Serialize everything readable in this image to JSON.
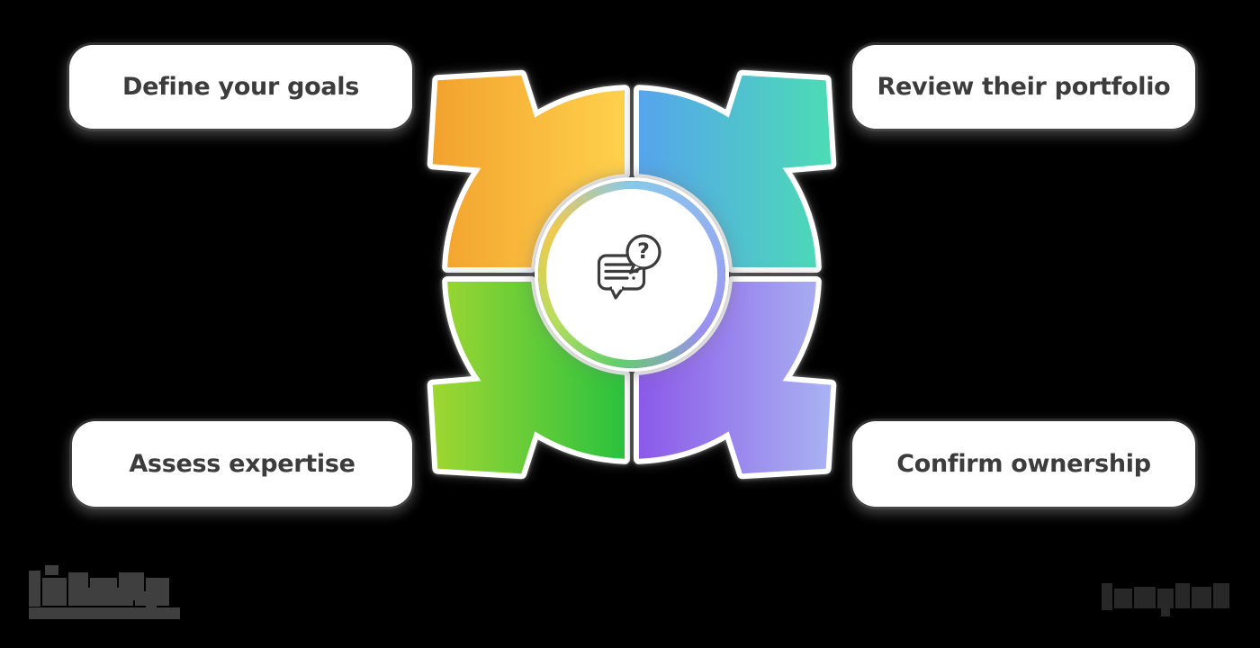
{
  "diagram": {
    "background": "#000000",
    "steps": [
      {
        "id": "top-left",
        "label": "Define your goals",
        "arrow_direction": "up-left",
        "gradient": [
          "#F2A22E",
          "#FFD14B"
        ]
      },
      {
        "id": "top-right",
        "label": "Review their portfolio",
        "arrow_direction": "up-right",
        "gradient": [
          "#55A4EC",
          "#4CDCB4"
        ]
      },
      {
        "id": "bottom-left",
        "label": "Assess expertise",
        "arrow_direction": "down-left",
        "gradient": [
          "#9FD632",
          "#2BC23E"
        ]
      },
      {
        "id": "bottom-right",
        "label": "Confirm ownership",
        "arrow_direction": "down-right",
        "gradient": [
          "#8B59E9",
          "#A9B3F2"
        ]
      }
    ],
    "card_style": {
      "fill": "#ffffff",
      "text_color": "#3c3c3c",
      "outline_color": "#ffffff"
    },
    "center": {
      "icon": "chat-question-icon",
      "circle_fill": "#ffffff",
      "icon_color": "#3b3b3b",
      "question_mark": "?",
      "ring_colors": [
        "#f0c94f",
        "#86c9ea",
        "#96a9f1",
        "#9b8ff0",
        "#62cf6a",
        "#b9dd5e"
      ]
    }
  },
  "footer": {
    "left_logo": "pixelated-redacted-logo",
    "left_logo_color": "#3f3f3f",
    "right_logo": "pixelated-redacted-logo",
    "right_logo_color": "#282828"
  }
}
